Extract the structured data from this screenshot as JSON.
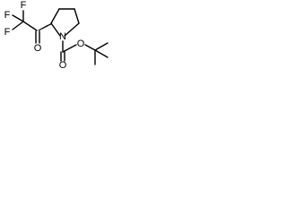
{
  "molecule": {
    "atoms": {
      "fluorine_1": "F",
      "fluorine_2": "F",
      "fluorine_3": "F",
      "ketone_oxygen": "O",
      "ring_nitrogen": "N",
      "carbamate_oxygen_double": "O",
      "carbamate_oxygen_single": "O"
    }
  }
}
